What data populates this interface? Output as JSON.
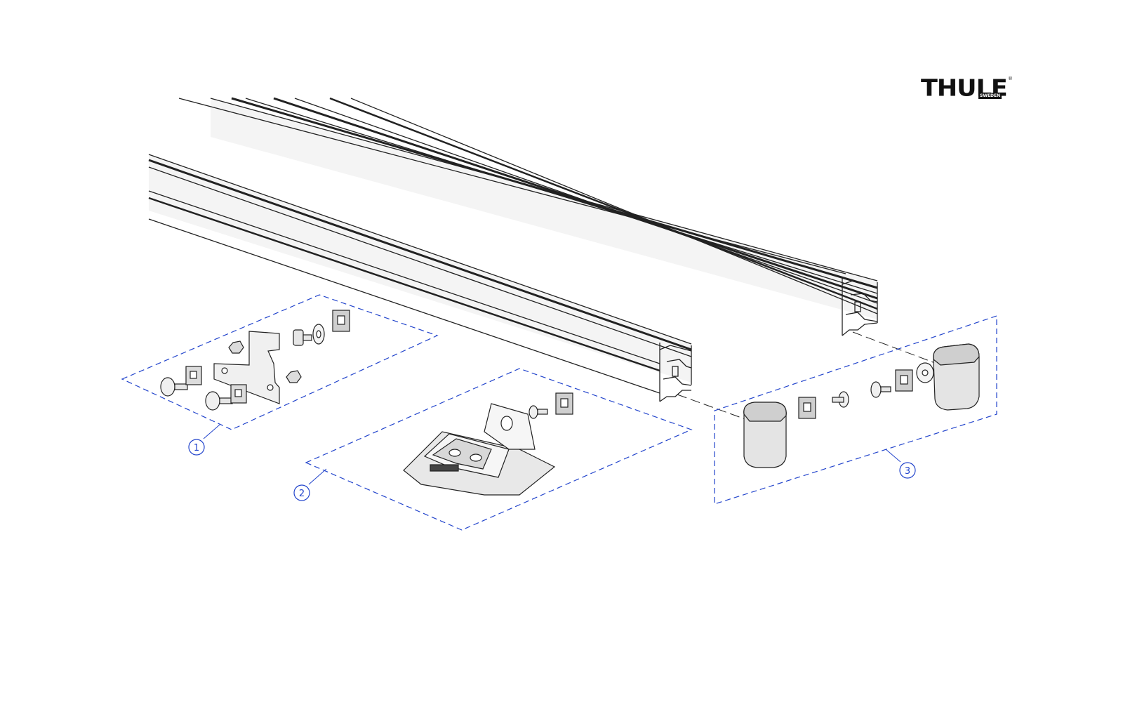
{
  "brand": {
    "name": "THULE",
    "sub": "SWEDEN",
    "registered": "®"
  },
  "callouts": [
    {
      "id": "group-1",
      "label": "1"
    },
    {
      "id": "group-2",
      "label": "2"
    },
    {
      "id": "group-3",
      "label": "3"
    }
  ],
  "colors": {
    "line": "#222222",
    "callout": "#2244cc",
    "fill_dark": "#cfcfcf",
    "fill_mid": "#e4e4e4"
  }
}
